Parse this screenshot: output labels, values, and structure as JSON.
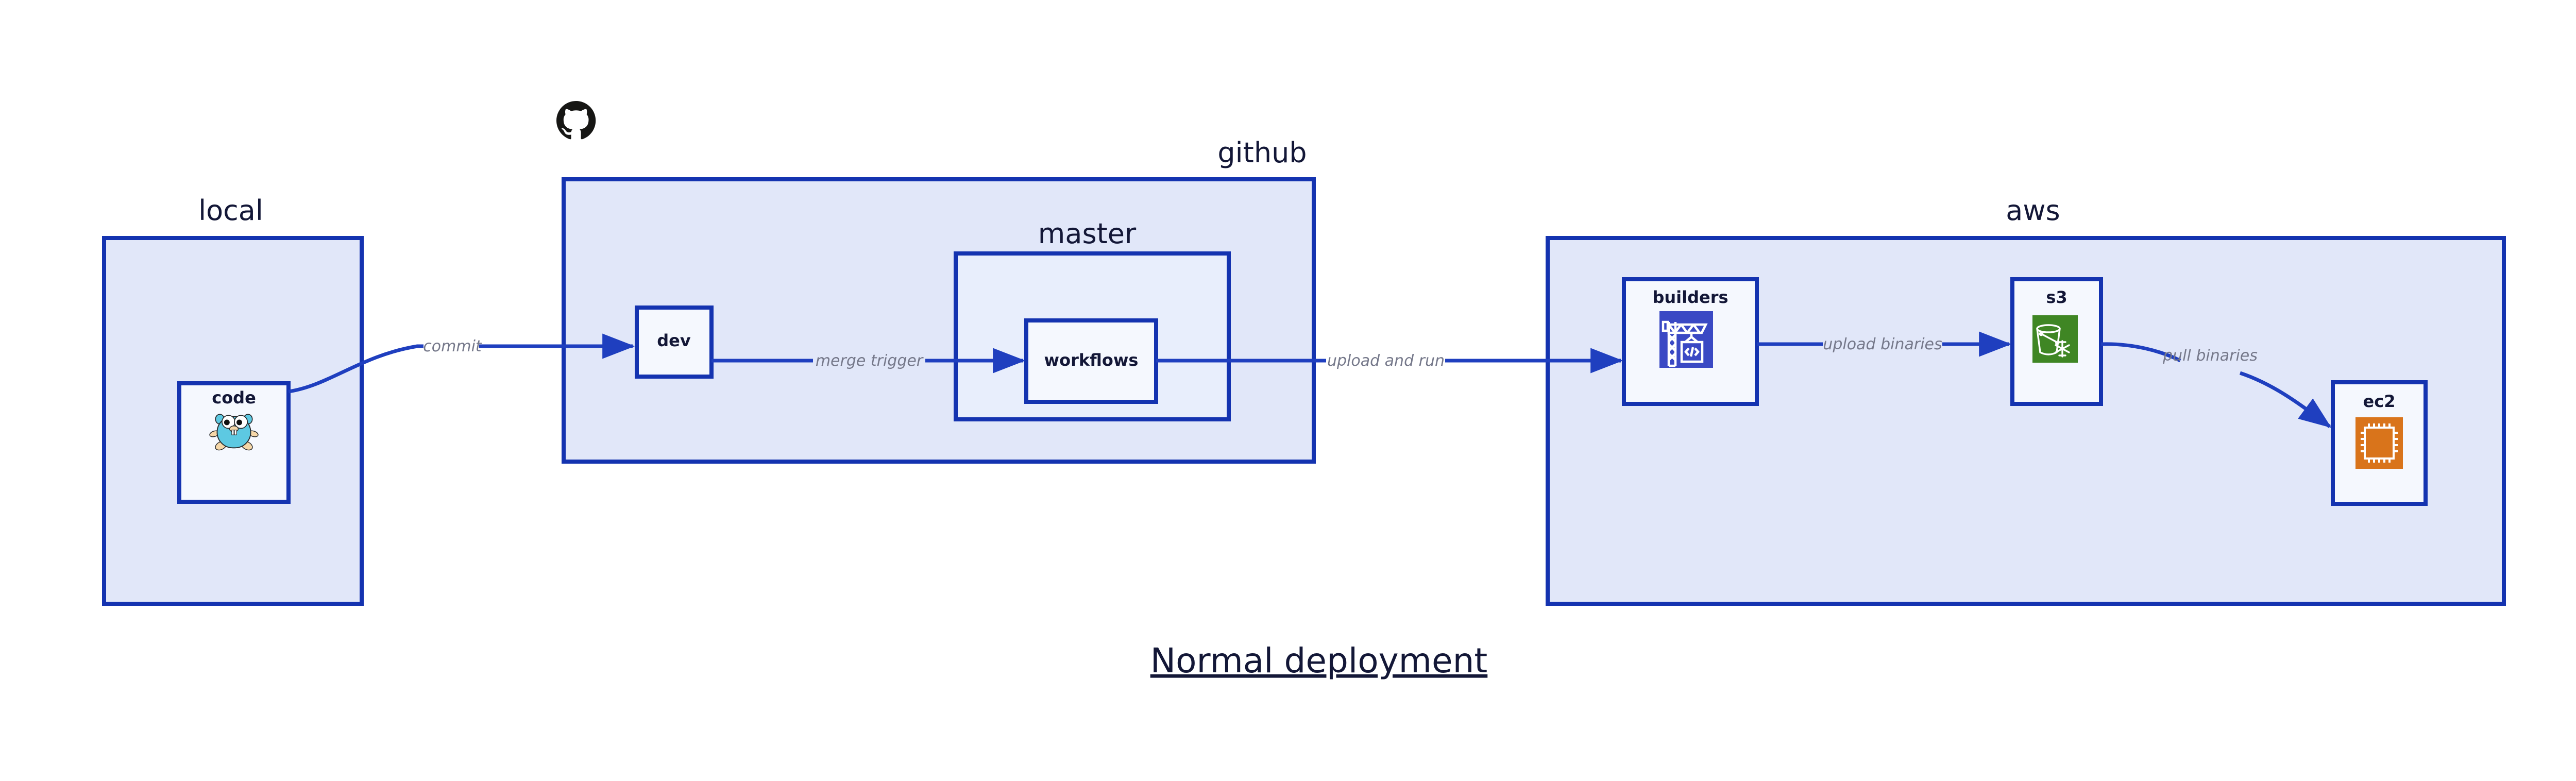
{
  "title": "Normal deployment",
  "zones": [
    {
      "id": "local",
      "label": "local"
    },
    {
      "id": "github",
      "label": "github"
    },
    {
      "id": "aws",
      "label": "aws"
    }
  ],
  "subzones": [
    {
      "id": "master",
      "label": "master",
      "parent": "github"
    }
  ],
  "nodes": [
    {
      "id": "code",
      "label": "code",
      "zone": "local",
      "icon": "go-gopher-icon"
    },
    {
      "id": "dev",
      "label": "dev",
      "zone": "github",
      "icon": "none"
    },
    {
      "id": "workflows",
      "label": "workflows",
      "zone": "master",
      "icon": "none"
    },
    {
      "id": "builders",
      "label": "builders",
      "zone": "aws",
      "icon": "aws-builders-crane-icon"
    },
    {
      "id": "s3",
      "label": "s3",
      "zone": "aws",
      "icon": "aws-s3-glacier-bucket-icon"
    },
    {
      "id": "ec2",
      "label": "ec2",
      "zone": "aws",
      "icon": "aws-ec2-chip-icon"
    }
  ],
  "edges": [
    {
      "id": "commit",
      "label": "commit",
      "from": "code",
      "to": "dev",
      "style": "curved"
    },
    {
      "id": "merge-trigger",
      "label": "merge trigger",
      "from": "dev",
      "to": "workflows",
      "style": "straight"
    },
    {
      "id": "upload-and-run",
      "label": "upload and run",
      "from": "workflows",
      "to": "builders",
      "style": "straight"
    },
    {
      "id": "upload-binaries",
      "label": "upload binaries",
      "from": "builders",
      "to": "s3",
      "style": "straight"
    },
    {
      "id": "pull-binaries",
      "label": "pull binaries",
      "from": "s3",
      "to": "ec2",
      "style": "curved"
    }
  ],
  "logos": [
    {
      "id": "github-logo",
      "name": "github-octocat-icon"
    }
  ],
  "colors": {
    "zone_fill": "#e1e7f9",
    "zone_stroke": "#1433b0",
    "node_fill": "#edf1fc",
    "leaf_fill": "#f5f8fe",
    "arrow": "#1f3fbf",
    "label_text": "#131737",
    "edge_label_text": "#75788a",
    "builders_icon_bg": "#3a49c4",
    "s3_icon_bg": "#3f8624",
    "ec2_icon_bg": "#d9741b",
    "gopher_body": "#5dc9e2",
    "gopher_limb": "#f5d7a8",
    "github_logo": "#161614"
  }
}
